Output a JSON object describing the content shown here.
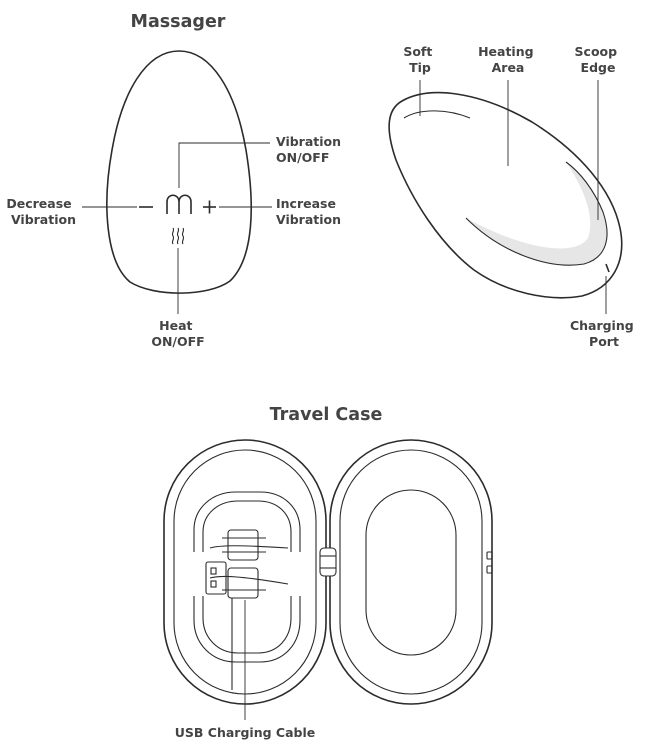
{
  "titles": {
    "massager": "Massager",
    "travel_case": "Travel Case"
  },
  "front_labels": {
    "vibration_onoff": [
      "Vibration",
      "ON/OFF"
    ],
    "decrease_vibration": [
      "Decrease",
      "Vibration"
    ],
    "increase_vibration": [
      "Increase",
      "Vibration"
    ],
    "heat_onoff": [
      "Heat",
      "ON/OFF"
    ]
  },
  "side_labels": {
    "soft_tip": [
      "Soft",
      "Tip"
    ],
    "heating_area": [
      "Heating",
      "Area"
    ],
    "scoop_edge": [
      "Scoop",
      "Edge"
    ],
    "charging_port": [
      "Charging",
      "Port"
    ]
  },
  "case_labels": {
    "usb_cable": "USB Charging Cable"
  },
  "colors": {
    "line": "#2b2b2b",
    "text": "#444444",
    "highlight": "#e6e6e6"
  }
}
